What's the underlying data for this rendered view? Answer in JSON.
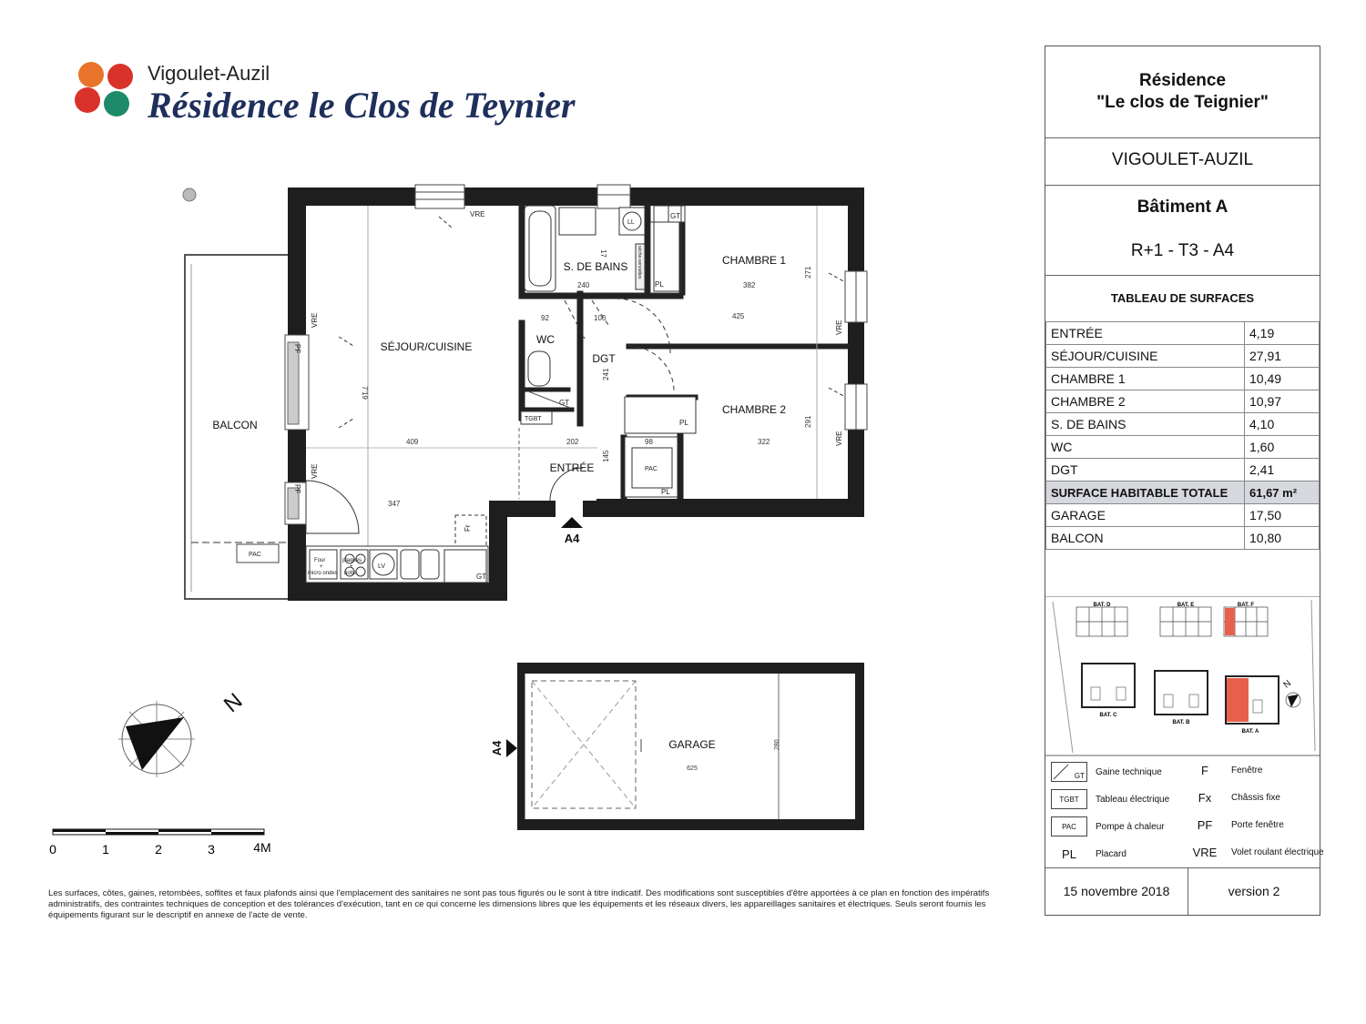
{
  "logo": {
    "small_text": "Vigoulet-Auzil",
    "big_text": "Résidence le Clos de Teynier",
    "colors": [
      "#e8732a",
      "#d8322a",
      "#1f8a6a",
      "#1f2f5c"
    ]
  },
  "plan": {
    "rooms": {
      "sejour": "SÉJOUR/CUISINE",
      "balcon": "BALCON",
      "sdb": "S. DE BAINS",
      "chambre1": "CHAMBRE 1",
      "chambre2": "CHAMBRE 2",
      "wc": "WC",
      "dgt": "DGT",
      "entree": "ENTRÉE",
      "garage": "GARAGE"
    },
    "labels": {
      "vre": "VRE",
      "pf": "PF",
      "gt": "GT",
      "pl": "PL",
      "pac": "PAC",
      "tgbt": "TGBT",
      "fr": "Fr",
      "four": "Four",
      "micro": "micro ondes",
      "plus": "+",
      "plaques": "plaques",
      "hotte": "hotte",
      "lv": "LV",
      "ll": "LL",
      "seche": "sèche-serviettes",
      "entrance_ref": "A4",
      "garage_ref": "A4",
      "north": "N"
    },
    "dimensions": {
      "d240": "240",
      "d382": "382",
      "d271": "271",
      "d92": "92",
      "d100": "100",
      "d425": "425",
      "d719": "7'19",
      "d409": "409",
      "d202": "202",
      "d98": "98",
      "d322": "322",
      "d291": "291",
      "d145": "145",
      "d347": "347",
      "d241": "241",
      "d625": "625",
      "d280": "280",
      "d17": "17"
    },
    "scale_labels": [
      "0",
      "1",
      "2",
      "3",
      "4M"
    ]
  },
  "disclaimer": "Les surfaces, côtes, gaines, retombées, soffites et faux plafonds ainsi que l'emplacement des sanitaires ne sont pas tous figurés ou le sont à titre indicatif. Des modifications sont susceptibles d'être apportées à ce plan en fonction des impératifs administratifs, des contraintes techniques de conception et des tolérances d'exécution, tant en ce qui concerne les dimensions libres que les équipements et les réseaux divers, les appareillages sanitaires et électriques. Seuls seront fournis les équipements figurant sur le descriptif en annexe de l'acte de vente.",
  "panel": {
    "title_line1": "Résidence",
    "title_line2": "\"Le clos de Teignier\"",
    "city": "VIGOULET-AUZIL",
    "batiment": "Bâtiment A",
    "reference": "R+1 - T3 - A4",
    "table_title": "TABLEAU DE SURFACES",
    "surfaces": [
      {
        "label": "ENTRÉE",
        "value": "4,19"
      },
      {
        "label": "SÉJOUR/CUISINE",
        "value": "27,91"
      },
      {
        "label": "CHAMBRE 1",
        "value": "10,49"
      },
      {
        "label": "CHAMBRE 2",
        "value": "10,97"
      },
      {
        "label": "S. DE BAINS",
        "value": "4,10"
      },
      {
        "label": "WC",
        "value": "1,60"
      },
      {
        "label": "DGT",
        "value": "2,41"
      },
      {
        "label": "SURFACE HABITABLE TOTALE",
        "value": "61,67 m²"
      },
      {
        "label": "GARAGE",
        "value": "17,50"
      },
      {
        "label": "BALCON",
        "value": "10,80"
      }
    ],
    "site_plan": {
      "bat_d": "BAT. D",
      "bat_e": "BAT. E",
      "bat_f": "BAT. F",
      "bat_c": "BAT. C",
      "bat_b": "BAT. B",
      "bat_a": "BAT. A",
      "highlight_color": "#e8604c"
    },
    "legend": [
      {
        "box": "GT",
        "text": "Gaine technique",
        "code": "F",
        "desc": "Fenêtre"
      },
      {
        "box": "TGBT",
        "text": "Tableau électrique",
        "code": "Fx",
        "desc": "Châssis fixe"
      },
      {
        "box": "PAC",
        "text": "Pompe à chaleur",
        "code": "PF",
        "desc": "Porte fenêtre"
      },
      {
        "box": "PL",
        "text": "Placard",
        "code": "VRE",
        "desc": "Volet roulant électrique"
      }
    ],
    "date": "15 novembre 2018",
    "version": "version 2"
  }
}
